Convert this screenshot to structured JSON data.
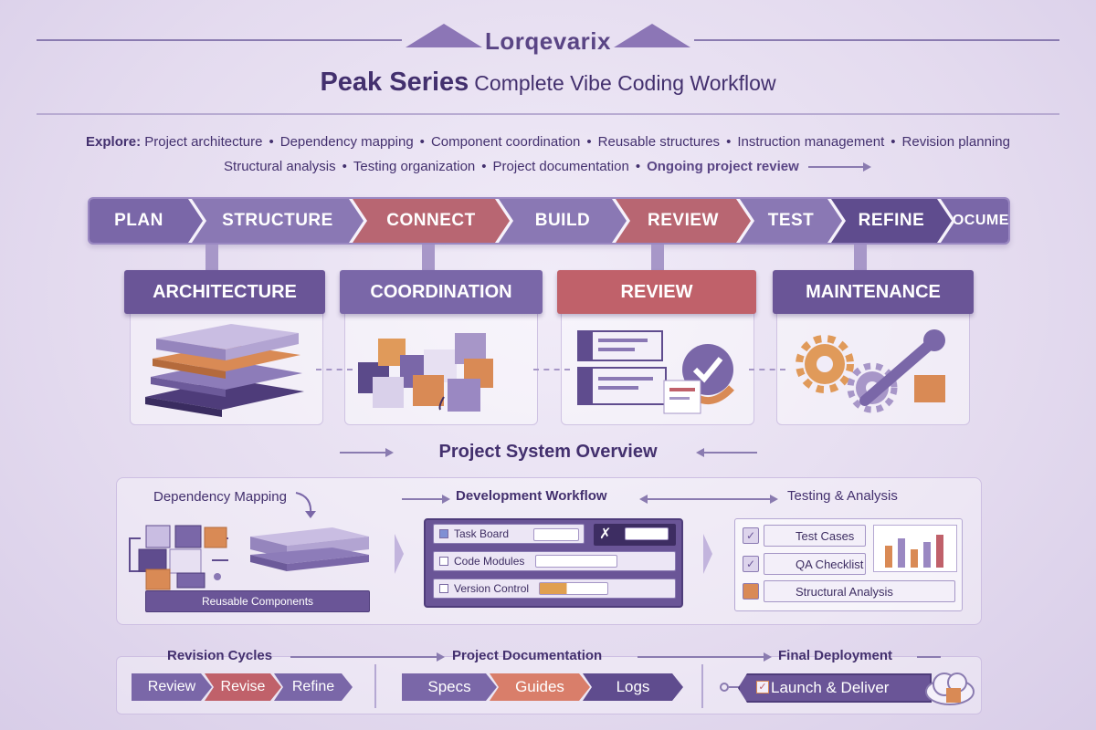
{
  "header": {
    "brand": "Lorqevarix",
    "title_strong": "Peak Series",
    "title_rest": "Complete Vibe Coding Workflow"
  },
  "explore": {
    "label": "Explore:",
    "line1": [
      "Project architecture",
      "Dependency mapping",
      "Component coordination",
      "Reusable structures",
      "Instruction management",
      "Revision planning"
    ],
    "line2": [
      "Structural analysis",
      "Testing organization",
      "Project documentation"
    ],
    "line2_last": "Ongoing project review"
  },
  "pipeline": [
    "PLAN",
    "STRUCTURE",
    "CONNECT",
    "BUILD",
    "REVIEW",
    "TEST",
    "REFINE",
    "DOCUMENT"
  ],
  "modules": [
    "ARCHITECTURE",
    "COORDINATION",
    "REVIEW",
    "MAINTENANCE"
  ],
  "overview": {
    "title": "Project System Overview",
    "dependency_label": "Dependency Mapping",
    "reusable_label": "Reusable Components",
    "workflow_label": "Development Workflow",
    "workflow_rows": [
      "Task Board",
      "Code Modules",
      "Version Control"
    ],
    "testing_label": "Testing & Analysis",
    "testing_rows": [
      "Test Cases",
      "QA Checklist",
      "Structural Analysis"
    ]
  },
  "bottom": {
    "revision_label": "Revision Cycles",
    "revision_chips": [
      "Review",
      "Revise",
      "Refine"
    ],
    "docs_label": "Project Documentation",
    "docs_chips": [
      "Specs",
      "Guides",
      "Logs"
    ],
    "deploy_label": "Final Deployment",
    "deploy_chip": "Launch & Deliver"
  },
  "colors": {
    "purple": "#7a67a8",
    "dark_purple": "#5f4c8e",
    "rose": "#c0616a",
    "orange": "#d98a55",
    "background": "#e8e0f2"
  }
}
